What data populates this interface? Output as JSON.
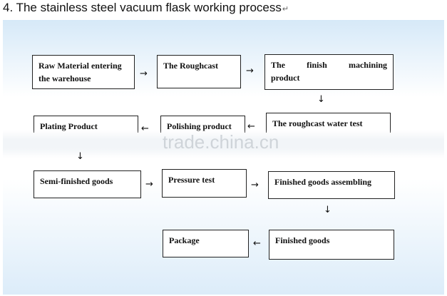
{
  "heading": {
    "text": "4. The stainless steel vacuum flask working process",
    "mark": "↵"
  },
  "watermark": "trade.china.cn",
  "steps": {
    "raw_material": {
      "line1": "Raw  Material entering",
      "line2": "the warehouse"
    },
    "roughcast": "The Roughcast",
    "finish_machining": {
      "line1a": "The",
      "line1b": "finish",
      "line1c": "machining",
      "line2": "product"
    },
    "water_test": "The roughcast water test",
    "polishing": "Polishing product",
    "plating": "Plating Product",
    "semi_finished": "Semi-finished goods",
    "pressure_test": "Pressure test",
    "assembling": "Finished goods assembling",
    "finished_goods": "Finished goods",
    "package": "Package"
  },
  "arrows": {
    "right": "→",
    "left": "←",
    "down": "↓"
  }
}
